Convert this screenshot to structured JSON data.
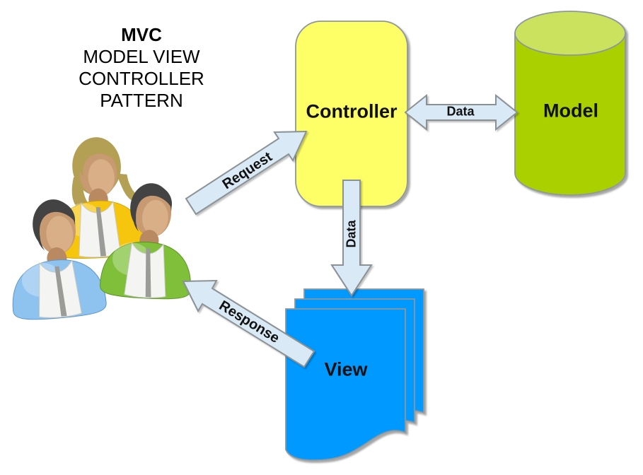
{
  "title": {
    "line1": "MVC",
    "line2": "MODEL VIEW CONTROLLER",
    "line3": "PATTERN"
  },
  "nodes": {
    "controller": {
      "label": "Controller",
      "fill": "#feff66"
    },
    "model": {
      "label": "Model",
      "fill": "#abd005",
      "top_fill": "#cbe25f"
    },
    "view": {
      "label": "View",
      "fill": "#0099ff"
    }
  },
  "arrows": {
    "fill": "#d9e9f6",
    "stroke": "#8a9296",
    "request": {
      "label": "Request"
    },
    "response": {
      "label": "Response"
    },
    "controller_model": {
      "label": "Data"
    },
    "controller_view": {
      "label": "Data"
    }
  },
  "users": {
    "colors": {
      "front_left_shirt": "#8fc3ef",
      "back_center_shirt": "#f6c60e",
      "front_right_shirt": "#7fbf3a",
      "men_hair": "#434343",
      "woman_hair": "#b3a055"
    }
  }
}
